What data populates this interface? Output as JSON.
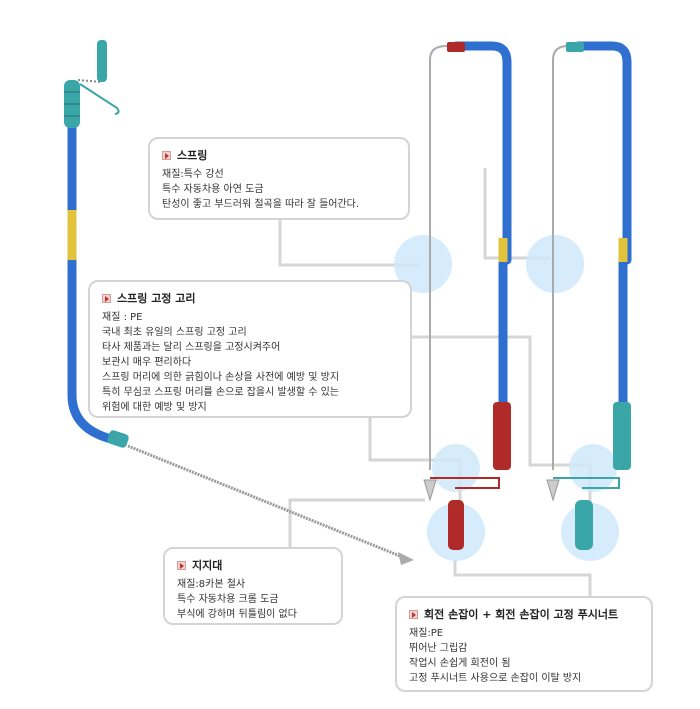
{
  "callouts": {
    "spring": {
      "title": "스프링",
      "lines": [
        "재질:특수 강선",
        "특수 자동차용 아연 도금",
        "탄성이 좋고 부드러워 절곡을 따라 잘 들어간다."
      ]
    },
    "hook": {
      "title": "스프링 고정 고리",
      "lines": [
        "재질 : PE",
        "국내 최초 유일의 스프링 고정 고리",
        "타사 제품과는 달리 스프링을 고정시켜주어",
        "보관시 매우 편리하다",
        "스프링 머리에 의한 긁힘이나 손상을 사전에 예방 및 방지",
        "특히 무심코 스프링 머리를 손으로 잡을시 발생할 수 있는",
        "위험에 대한 예방 및 방지"
      ]
    },
    "support": {
      "title": "지지대",
      "lines": [
        "재질:8카본 철사",
        "특수 자동차용 크롬 도금",
        "부식에 강하며 뒤틀림이 없다"
      ]
    },
    "handle": {
      "title": "회전 손잡이 + 회전 손잡이 고정 푸시너트",
      "lines": [
        "재질:PE",
        "뛰어난 그립감",
        "작업시 손쉽게 회전이 됨",
        "고정 푸시너트 사용으로 손잡이 이탈 방지"
      ]
    }
  },
  "colors": {
    "tube_blue": "#2f6fd0",
    "teal": "#3aa6a8",
    "red": "#b02a2a",
    "highlight": "#cfe9fb",
    "border": "#d4d4d4"
  }
}
